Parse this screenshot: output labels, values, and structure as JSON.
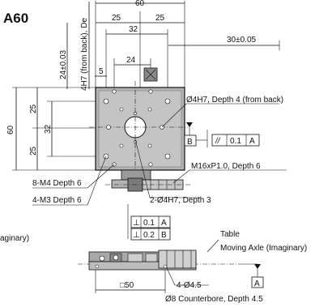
{
  "model": "A60",
  "colors": {
    "accent": "#1e63b5",
    "body": "#a8a8a8",
    "body_dark": "#6f6f6f",
    "line": "#111111"
  },
  "labels": {
    "top_60": "60",
    "dim_25_left": "25",
    "dim_25_right": "25",
    "dim_32": "32",
    "dim_30": "30±0.05",
    "dim_24": "24",
    "dim_5": "5",
    "vert_24": "24±0.03",
    "vert_4h7": "4H7 (from back), De",
    "side_60": "60",
    "side_25_top": "25",
    "side_32": "32",
    "side_25_bot": "25",
    "hole_o4h7": "Ø4H7, Depth 4 (from back)",
    "tol_parallel": "//",
    "tol_parallel_val": "0.1",
    "tol_parallel_ref": "A",
    "datum_b": "B",
    "m16": "M16xP1.0, Depth 6",
    "m4": "8-M4 Depth 6",
    "m3": "4-M3 Depth 6",
    "two_o4h7": "2-Ø4H7, Depth 3",
    "perp_sym": "⊥",
    "perp_val1": "0.1",
    "perp_ref1": "A",
    "perp_val2": "0.2",
    "perp_ref2": "B",
    "left_imag": "aginary)",
    "table_label": "Table",
    "moving_axle": "Moving Axle (Imaginary)",
    "datum_a": "A",
    "bottom_50": "□50",
    "bore_45": "4-Ø4.5",
    "counterbore": "Ø8 Counterbore, Depth 4.5"
  }
}
